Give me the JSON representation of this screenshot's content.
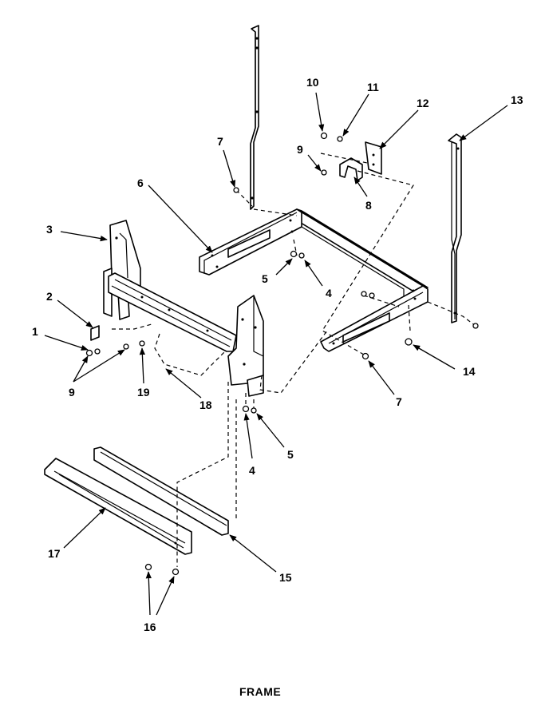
{
  "diagram": {
    "caption": "FRAME",
    "callouts": [
      {
        "id": "c1",
        "label": "1"
      },
      {
        "id": "c2",
        "label": "2"
      },
      {
        "id": "c3",
        "label": "3"
      },
      {
        "id": "c4a",
        "label": "4"
      },
      {
        "id": "c4b",
        "label": "4"
      },
      {
        "id": "c5a",
        "label": "5"
      },
      {
        "id": "c5b",
        "label": "5"
      },
      {
        "id": "c6",
        "label": "6"
      },
      {
        "id": "c7a",
        "label": "7"
      },
      {
        "id": "c7b",
        "label": "7"
      },
      {
        "id": "c8",
        "label": "8"
      },
      {
        "id": "c9a",
        "label": "9"
      },
      {
        "id": "c9b",
        "label": "9"
      },
      {
        "id": "c10",
        "label": "10"
      },
      {
        "id": "c11",
        "label": "11"
      },
      {
        "id": "c12",
        "label": "12"
      },
      {
        "id": "c13",
        "label": "13"
      },
      {
        "id": "c14",
        "label": "14"
      },
      {
        "id": "c15",
        "label": "15"
      },
      {
        "id": "c16",
        "label": "16"
      },
      {
        "id": "c17",
        "label": "17"
      },
      {
        "id": "c18",
        "label": "18"
      },
      {
        "id": "c19",
        "label": "19"
      }
    ]
  }
}
